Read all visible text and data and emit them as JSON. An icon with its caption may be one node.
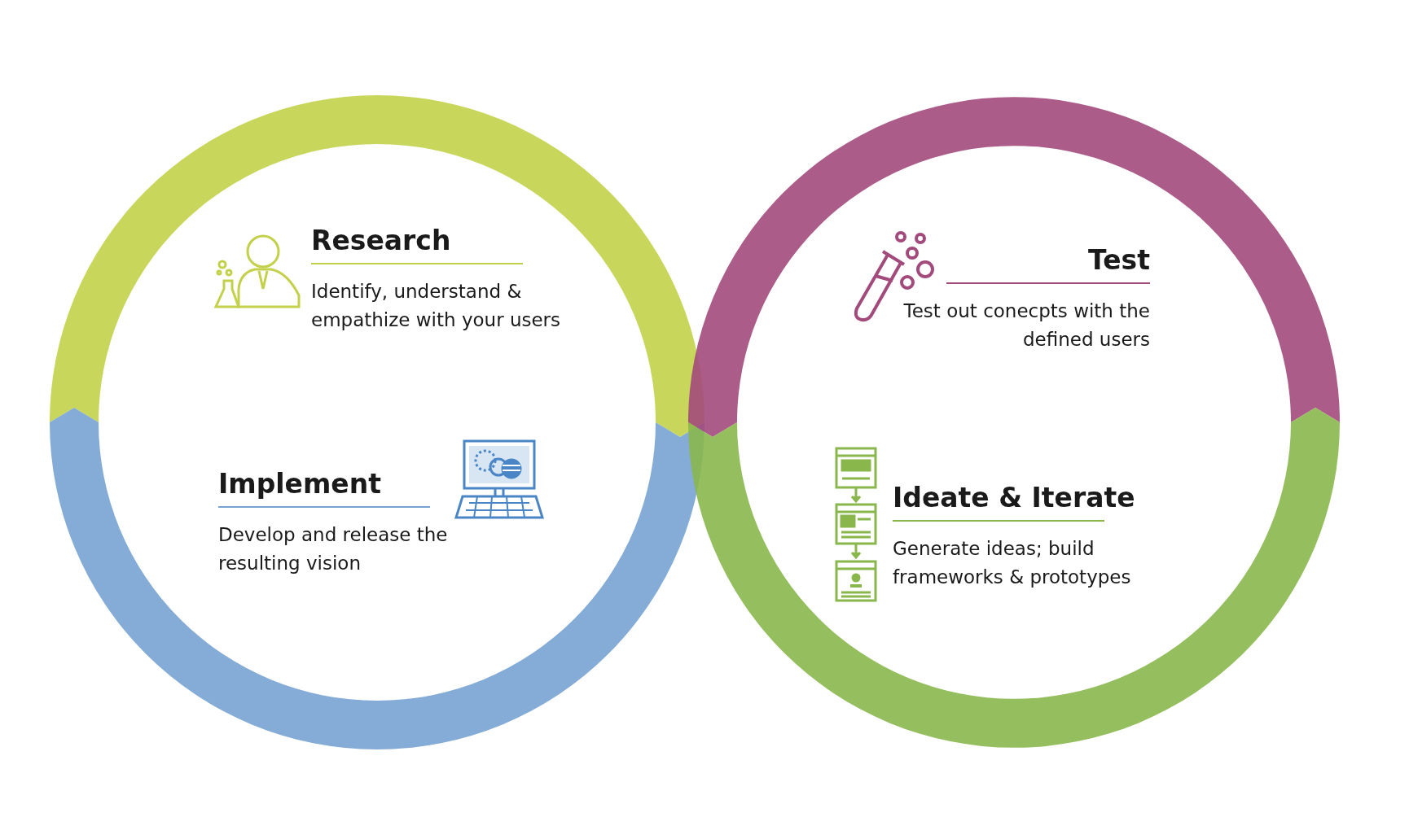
{
  "diagram": {
    "nodes": [
      {
        "text": [
          "Research",
          "Identify, understand & empathize with your users"
        ]
      },
      {
        "text": [
          "Test",
          "Test out conecpts with the defined users"
        ]
      },
      {
        "text": [
          "Implement",
          "Develop and release the resulting vision"
        ]
      },
      {
        "text": [
          "Ideate & Iterate",
          "Generate ideas; build frameworks & prototypes"
        ]
      }
    ]
  }
}
